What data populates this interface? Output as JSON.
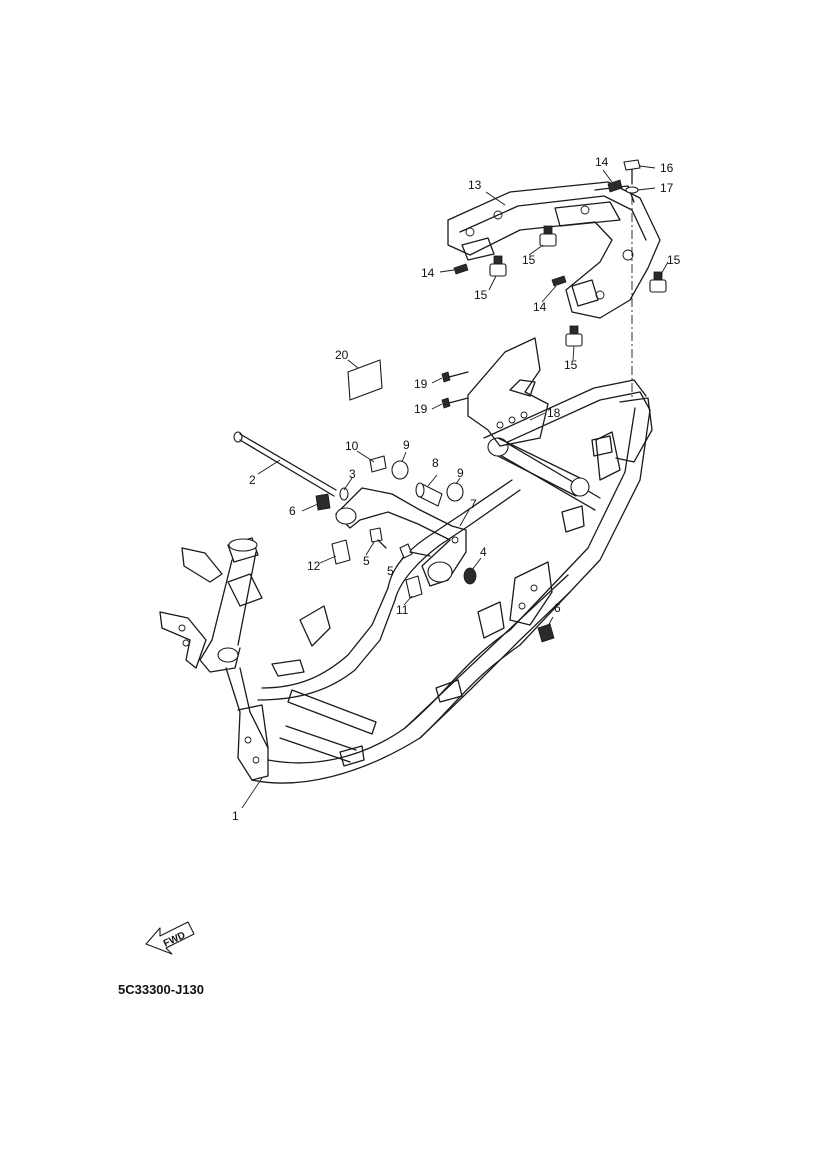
{
  "diagram": {
    "part_code": "5C33300-J130",
    "direction_marker": "FWD",
    "callouts": [
      {
        "id": "c1",
        "text": "1"
      },
      {
        "id": "c2",
        "text": "2"
      },
      {
        "id": "c3",
        "text": "3"
      },
      {
        "id": "c4",
        "text": "4"
      },
      {
        "id": "c5a",
        "text": "5"
      },
      {
        "id": "c5b",
        "text": "5"
      },
      {
        "id": "c6a",
        "text": "6"
      },
      {
        "id": "c6b",
        "text": "6"
      },
      {
        "id": "c7",
        "text": "7"
      },
      {
        "id": "c8",
        "text": "8"
      },
      {
        "id": "c9a",
        "text": "9"
      },
      {
        "id": "c9b",
        "text": "9"
      },
      {
        "id": "c10",
        "text": "10"
      },
      {
        "id": "c11",
        "text": "11"
      },
      {
        "id": "c12",
        "text": "12"
      },
      {
        "id": "c13",
        "text": "13"
      },
      {
        "id": "c14a",
        "text": "14"
      },
      {
        "id": "c14b",
        "text": "14"
      },
      {
        "id": "c14c",
        "text": "14"
      },
      {
        "id": "c15a",
        "text": "15"
      },
      {
        "id": "c15b",
        "text": "15"
      },
      {
        "id": "c15c",
        "text": "15"
      },
      {
        "id": "c15d",
        "text": "15"
      },
      {
        "id": "c16",
        "text": "16"
      },
      {
        "id": "c17",
        "text": "17"
      },
      {
        "id": "c18",
        "text": "18"
      },
      {
        "id": "c19a",
        "text": "19"
      },
      {
        "id": "c19b",
        "text": "19"
      },
      {
        "id": "c20",
        "text": "20"
      }
    ]
  }
}
